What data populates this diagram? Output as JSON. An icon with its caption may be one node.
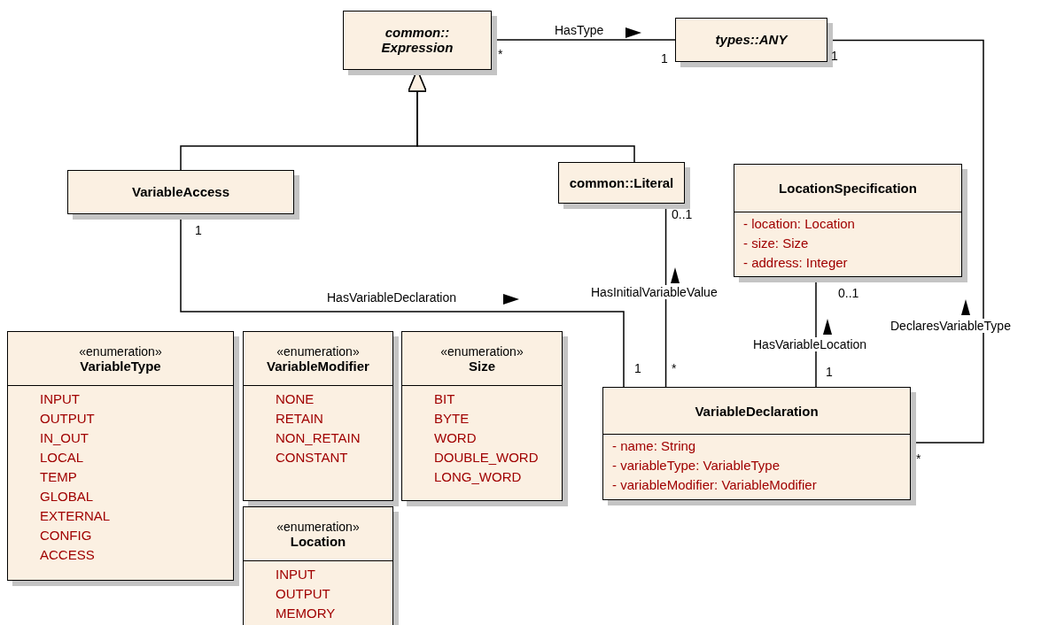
{
  "diagram": {
    "nodes": [
      {
        "text": [
          "common:: Expression"
        ]
      },
      {
        "text": [
          "types::ANY"
        ]
      },
      {
        "text": [
          "VariableAccess"
        ]
      },
      {
        "text": [
          "common::Literal"
        ]
      },
      {
        "text": [
          "LocationSpecification",
          "- location: Location",
          "- size: Size",
          "- address: Integer"
        ]
      },
      {
        "text": [
          "«enumeration»",
          "VariableType",
          "INPUT",
          "OUTPUT",
          "IN_OUT",
          "LOCAL",
          "TEMP",
          "GLOBAL",
          "EXTERNAL",
          "CONFIG",
          "ACCESS"
        ]
      },
      {
        "text": [
          "«enumeration»",
          "VariableModifier",
          "NONE",
          "RETAIN",
          "NON_RETAIN",
          "CONSTANT"
        ]
      },
      {
        "text": [
          "«enumeration»",
          "Size",
          "BIT",
          "BYTE",
          "WORD",
          "DOUBLE_WORD",
          "LONG_WORD"
        ]
      },
      {
        "text": [
          "«enumeration»",
          "Location",
          "INPUT",
          "OUTPUT",
          "MEMORY"
        ]
      },
      {
        "text": [
          "VariableDeclaration",
          "- name: String",
          "- variableType: VariableType",
          "- variableModifier: VariableModifier"
        ]
      }
    ],
    "edges": [
      {
        "from": 2,
        "to": 0,
        "arrow": "to"
      },
      {
        "from": 3,
        "to": 0,
        "arrow": "to"
      },
      {
        "from": 0,
        "to": 1,
        "arrow": "none",
        "label": "HasType"
      },
      {
        "from": 2,
        "to": 9,
        "arrow": "none",
        "label": "HasVariableDeclaration"
      },
      {
        "from": 9,
        "to": 3,
        "arrow": "none",
        "label": "HasInitialVariableValue"
      },
      {
        "from": 9,
        "to": 4,
        "arrow": "none",
        "label": "HasVariableLocation"
      },
      {
        "from": 9,
        "to": 1,
        "arrow": "none",
        "label": "DeclaresVariableType"
      }
    ],
    "labels": [
      "*",
      "1",
      "1",
      "0..1",
      "1",
      "0..1",
      "1",
      "*",
      "1",
      "*"
    ]
  }
}
